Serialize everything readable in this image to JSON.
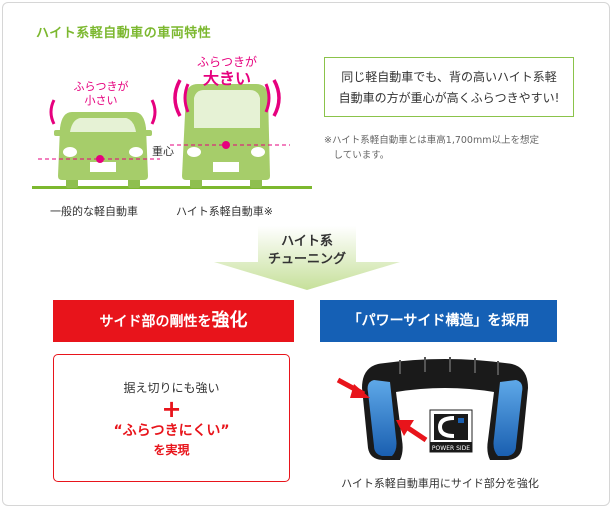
{
  "title": "ハイト系軽自動車の車両特性",
  "cars": {
    "normal_label_line1": "ふらつきが",
    "normal_label_line2": "小さい",
    "height_label_line1": "ふらつきが",
    "height_label_line2": "大きい",
    "center_label": "重心",
    "normal_caption": "一般的な軽自動車",
    "height_caption": "ハイト系軽自動車※"
  },
  "callout": {
    "line1": "同じ軽自動車でも、背の高いハイト系軽",
    "line2": "自動車の方が重心が高くふらつきやすい!"
  },
  "note": {
    "line1": "※ハイト系軽自動車とは車高1,700mm以上を想定",
    "line2": "　しています。"
  },
  "arrow": {
    "line1": "ハイト系",
    "line2": "チューニング"
  },
  "left_box": {
    "title_part1": "サイド部の剛性を",
    "title_part2": "強化",
    "line1": "据え切りにも強い",
    "plus": "+",
    "line2": "“ふらつきにくい”",
    "line3": "を実現"
  },
  "right_box": {
    "title": "「パワーサイド構造」を採用",
    "badge_text": "POWER SIDE",
    "caption": "ハイト系軽自動車用にサイド部分を強化"
  },
  "colors": {
    "green": "#7cb82f",
    "car_green": "#a6cd6a",
    "magenta": "#e6007e",
    "red": "#e8141b",
    "blue": "#1560b5"
  }
}
